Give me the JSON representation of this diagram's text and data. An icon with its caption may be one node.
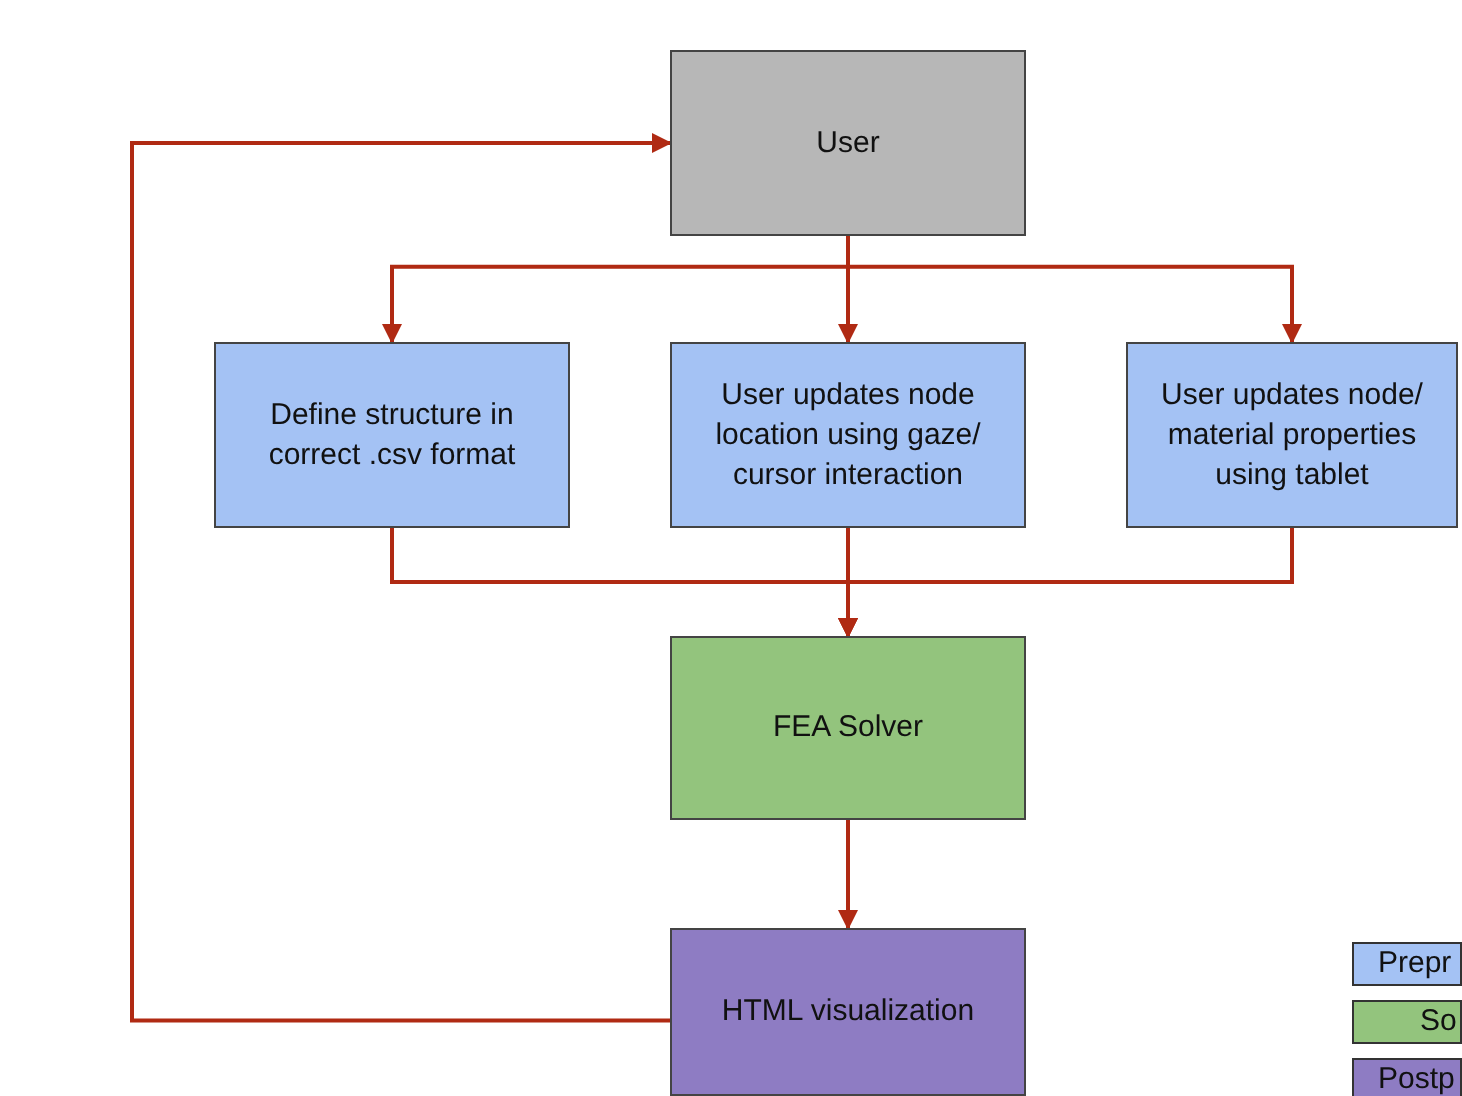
{
  "diagram": {
    "nodes": [
      {
        "text": [
          "User"
        ]
      },
      {
        "text": [
          "Define structure in correct .csv format"
        ]
      },
      {
        "text": [
          "User updates node location using gaze/ cursor interaction"
        ]
      },
      {
        "text": [
          "User updates node/ material properties using tablet"
        ]
      },
      {
        "text": [
          "FEA Solver"
        ]
      },
      {
        "text": [
          "HTML visualization"
        ]
      }
    ],
    "edges": [
      {
        "from": 0,
        "to": 1,
        "arrow": "to"
      },
      {
        "from": 0,
        "to": 2,
        "arrow": "to"
      },
      {
        "from": 0,
        "to": 3,
        "arrow": "to"
      },
      {
        "from": 1,
        "to": 4,
        "arrow": "to"
      },
      {
        "from": 2,
        "to": 4,
        "arrow": "to"
      },
      {
        "from": 3,
        "to": 4,
        "arrow": "to"
      },
      {
        "from": 4,
        "to": 5,
        "arrow": "to"
      },
      {
        "from": 5,
        "to": 0,
        "arrow": "to"
      }
    ],
    "legend": [
      {
        "text": "Prepr",
        "color": "#a4c2f4"
      },
      {
        "text": "So",
        "color": "#93c47d"
      },
      {
        "text": "Postp",
        "color": "#8e7cc3"
      }
    ]
  }
}
